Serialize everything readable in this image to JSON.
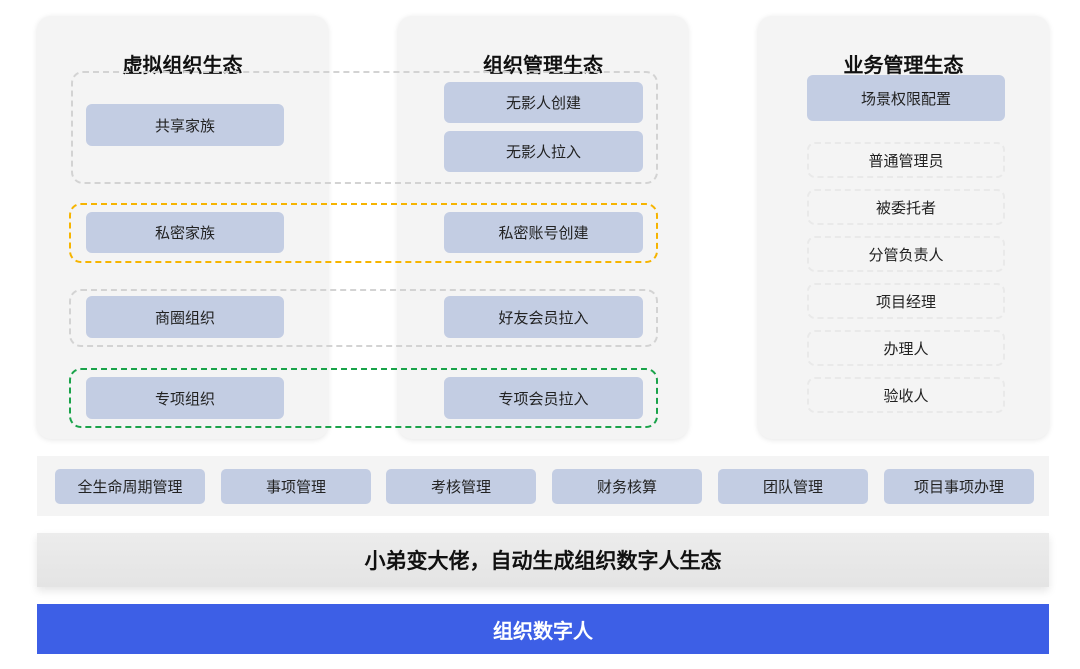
{
  "panels": {
    "virtual": {
      "title": "虚拟组织生态"
    },
    "management": {
      "title": "组织管理生态"
    },
    "business": {
      "title": "业务管理生态"
    }
  },
  "virtual_items": [
    "共享家族",
    "私密家族",
    "商圈组织",
    "专项组织"
  ],
  "management_items": [
    "无影人创建",
    "无影人拉入",
    "私密账号创建",
    "好友会员拉入",
    "专项会员拉入"
  ],
  "business": {
    "config": "场景权限配置",
    "roles": [
      "普通管理员",
      "被委托者",
      "分管负责人",
      "项目经理",
      "办理人",
      "验收人"
    ]
  },
  "modules": [
    "全生命周期管理",
    "事项管理",
    "考核管理",
    "财务核算",
    "团队管理",
    "项目事项办理"
  ],
  "slogan": "小弟变大佬，自动生成组织数字人生态",
  "foundation": "组织数字人",
  "colors": {
    "box": "#c3cde3",
    "accent_blue": "#3d5fe6",
    "yellow_group": "#f6b400",
    "green_group": "#1aa34a",
    "gray_group": "#d3d3d3"
  }
}
